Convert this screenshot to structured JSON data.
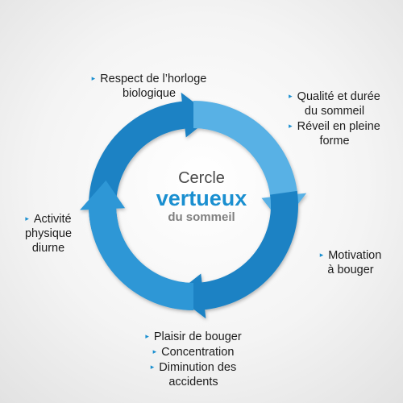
{
  "center": {
    "line1": "Cercle",
    "line2": "vertueux",
    "line3": "du sommeil"
  },
  "labels": {
    "top": [
      "Respect de l’horloge",
      "biologique"
    ],
    "top_right": {
      "item1": [
        "Qualité et durée",
        "du sommeil"
      ],
      "item2": [
        "Réveil en pleine",
        "forme"
      ]
    },
    "right": [
      "Motivation",
      "à bouger"
    ],
    "bottom": {
      "item1": "Plaisir de bouger",
      "item2": "Concentration",
      "item3": [
        "Diminution des",
        "accidents"
      ]
    },
    "left": [
      "Activité",
      "physique",
      "diurne"
    ]
  },
  "bullet_glyph": "▸",
  "colors": {
    "accent": "#1a8fd0",
    "arrow_dark": "#1b82c4",
    "arrow_mid": "#2f97d6",
    "arrow_light": "#59b1e5",
    "center_grey": "#808080"
  }
}
